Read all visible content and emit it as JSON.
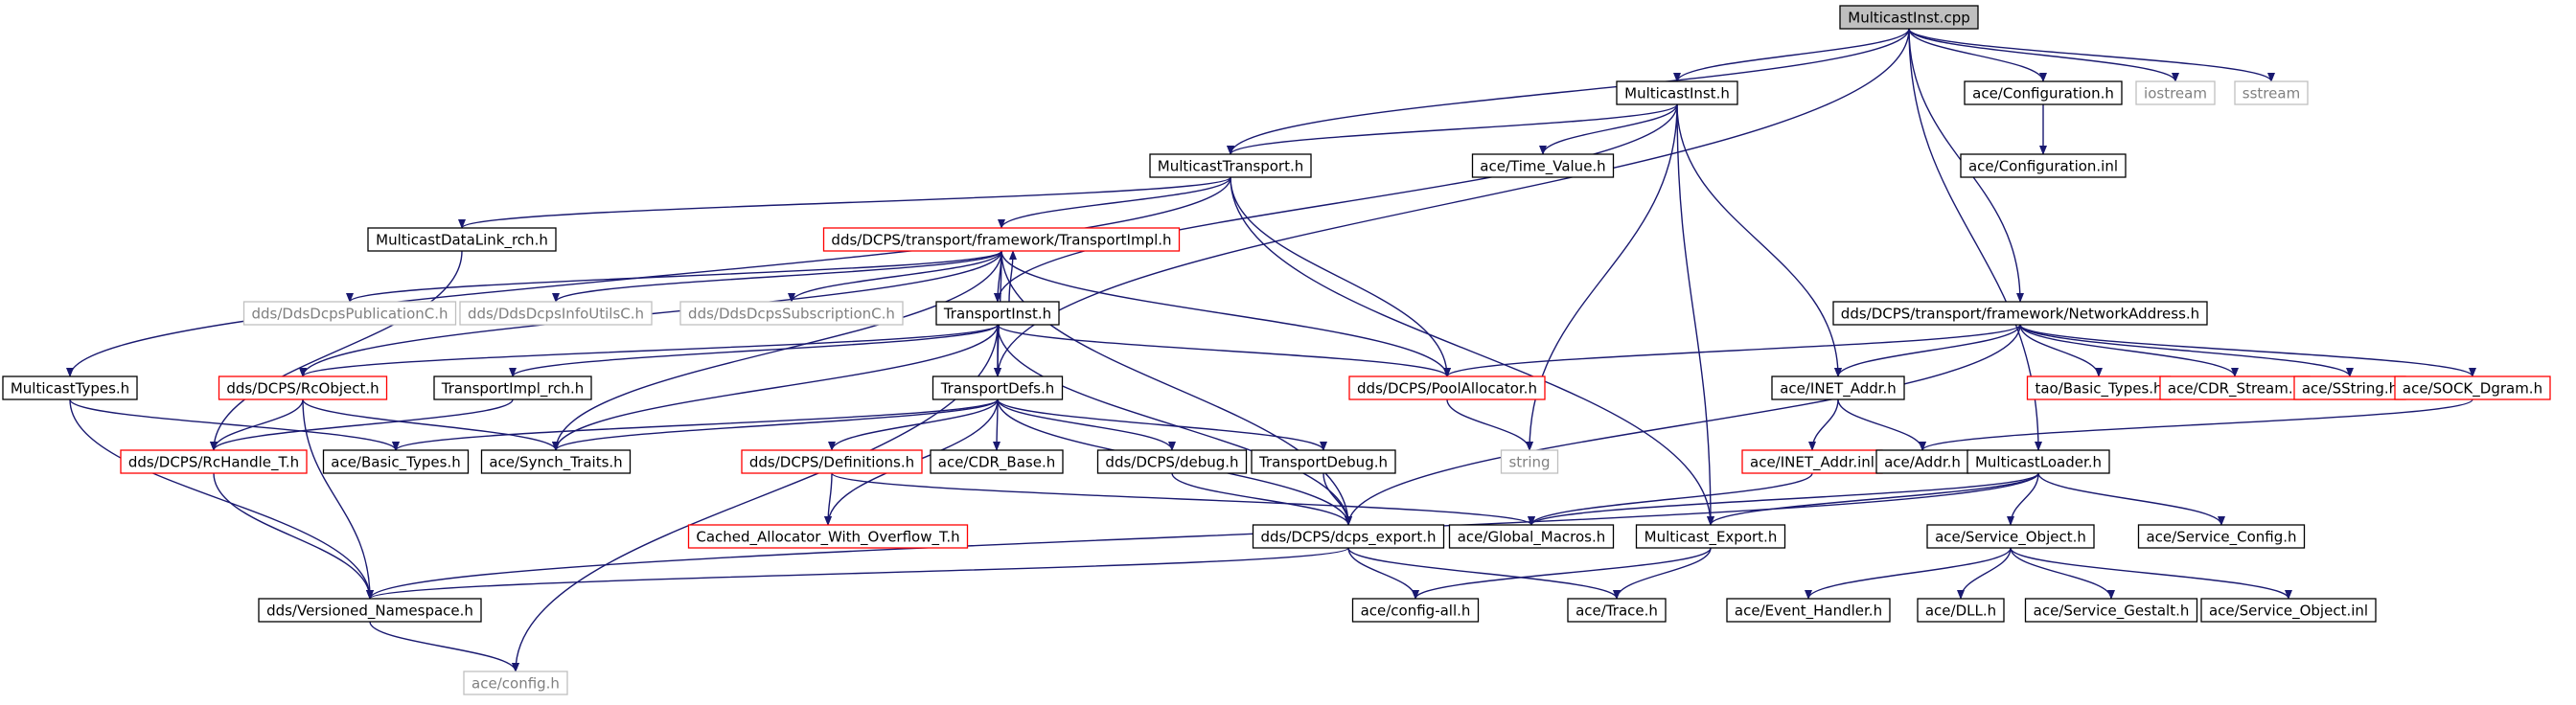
{
  "colors": {
    "edge": "#191970",
    "node_fill": "#ffffff",
    "root_fill": "#bfbfbf",
    "border_normal": "#000000",
    "border_truncated": "#ff0000",
    "border_external": "#bfbfbf",
    "text_normal": "#000000",
    "text_external": "#808080"
  },
  "nodes": [
    {
      "id": "root",
      "label": "MulticastInst.cpp",
      "style": "root"
    },
    {
      "id": "minst",
      "label": "MulticastInst.h",
      "style": "normal"
    },
    {
      "id": "acecfg",
      "label": "ace/Configuration.h",
      "style": "normal"
    },
    {
      "id": "iostream",
      "label": "iostream",
      "style": "external"
    },
    {
      "id": "sstream",
      "label": "sstream",
      "style": "external"
    },
    {
      "id": "mtrans",
      "label": "MulticastTransport.h",
      "style": "normal"
    },
    {
      "id": "timeval",
      "label": "ace/Time_Value.h",
      "style": "normal"
    },
    {
      "id": "cfginl",
      "label": "ace/Configuration.inl",
      "style": "normal"
    },
    {
      "id": "mdlrch",
      "label": "MulticastDataLink_rch.h",
      "style": "normal"
    },
    {
      "id": "timpl",
      "label": "dds/DCPS/transport/framework/TransportImpl.h",
      "style": "truncated"
    },
    {
      "id": "netaddr",
      "label": "dds/DCPS/transport/framework/NetworkAddress.h",
      "style": "normal"
    },
    {
      "id": "pubc",
      "label": "dds/DdsDcpsPublicationC.h",
      "style": "external"
    },
    {
      "id": "infoutils",
      "label": "dds/DdsDcpsInfoUtilsC.h",
      "style": "external"
    },
    {
      "id": "subc",
      "label": "dds/DdsDcpsSubscriptionC.h",
      "style": "external"
    },
    {
      "id": "tinst",
      "label": "TransportInst.h",
      "style": "normal"
    },
    {
      "id": "mtypes",
      "label": "MulticastTypes.h",
      "style": "normal"
    },
    {
      "id": "rcobj",
      "label": "dds/DCPS/RcObject.h",
      "style": "truncated"
    },
    {
      "id": "timplrch",
      "label": "TransportImpl_rch.h",
      "style": "normal"
    },
    {
      "id": "tdefs",
      "label": "TransportDefs.h",
      "style": "normal"
    },
    {
      "id": "poolalloc",
      "label": "dds/DCPS/PoolAllocator.h",
      "style": "truncated"
    },
    {
      "id": "inetaddr",
      "label": "ace/INET_Addr.h",
      "style": "normal"
    },
    {
      "id": "taobasic",
      "label": "tao/Basic_Types.h",
      "style": "truncated"
    },
    {
      "id": "cdrstream",
      "label": "ace/CDR_Stream.h",
      "style": "truncated"
    },
    {
      "id": "sstring",
      "label": "ace/SString.h",
      "style": "truncated"
    },
    {
      "id": "sockdgram",
      "label": "ace/SOCK_Dgram.h",
      "style": "truncated"
    },
    {
      "id": "rchandle",
      "label": "dds/DCPS/RcHandle_T.h",
      "style": "truncated"
    },
    {
      "id": "acebasic",
      "label": "ace/Basic_Types.h",
      "style": "normal"
    },
    {
      "id": "synch",
      "label": "ace/Synch_Traits.h",
      "style": "normal"
    },
    {
      "id": "defs",
      "label": "dds/DCPS/Definitions.h",
      "style": "truncated"
    },
    {
      "id": "cdrbase",
      "label": "ace/CDR_Base.h",
      "style": "normal"
    },
    {
      "id": "debug",
      "label": "dds/DCPS/debug.h",
      "style": "normal"
    },
    {
      "id": "tdebug",
      "label": "TransportDebug.h",
      "style": "normal"
    },
    {
      "id": "string",
      "label": "string",
      "style": "external"
    },
    {
      "id": "inetinl",
      "label": "ace/INET_Addr.inl",
      "style": "truncated"
    },
    {
      "id": "addr",
      "label": "ace/Addr.h",
      "style": "normal"
    },
    {
      "id": "mloader",
      "label": "MulticastLoader.h",
      "style": "normal"
    },
    {
      "id": "cachedalloc",
      "label": "Cached_Allocator_With_Overflow_T.h",
      "style": "truncated"
    },
    {
      "id": "dcpsexport",
      "label": "dds/DCPS/dcps_export.h",
      "style": "normal"
    },
    {
      "id": "globalmacros",
      "label": "ace/Global_Macros.h",
      "style": "normal"
    },
    {
      "id": "mexport",
      "label": "Multicast_Export.h",
      "style": "normal"
    },
    {
      "id": "svcobj",
      "label": "ace/Service_Object.h",
      "style": "normal"
    },
    {
      "id": "svccfg",
      "label": "ace/Service_Config.h",
      "style": "normal"
    },
    {
      "id": "versioned",
      "label": "dds/Versioned_Namespace.h",
      "style": "normal"
    },
    {
      "id": "cfgall",
      "label": "ace/config-all.h",
      "style": "normal"
    },
    {
      "id": "trace",
      "label": "ace/Trace.h",
      "style": "normal"
    },
    {
      "id": "evhandler",
      "label": "ace/Event_Handler.h",
      "style": "normal"
    },
    {
      "id": "dll",
      "label": "ace/DLL.h",
      "style": "normal"
    },
    {
      "id": "gestalt",
      "label": "ace/Service_Gestalt.h",
      "style": "normal"
    },
    {
      "id": "svcobjinl",
      "label": "ace/Service_Object.inl",
      "style": "normal"
    },
    {
      "id": "config",
      "label": "ace/config.h",
      "style": "external"
    }
  ],
  "edges": [
    [
      "root",
      "minst"
    ],
    [
      "root",
      "mtrans"
    ],
    [
      "root",
      "acecfg"
    ],
    [
      "root",
      "iostream"
    ],
    [
      "root",
      "sstream"
    ],
    [
      "root",
      "netaddr"
    ],
    [
      "root",
      "mloader"
    ],
    [
      "root",
      "tdefs"
    ],
    [
      "minst",
      "mtrans"
    ],
    [
      "minst",
      "timeval"
    ],
    [
      "minst",
      "tinst"
    ],
    [
      "minst",
      "inetaddr"
    ],
    [
      "minst",
      "string"
    ],
    [
      "minst",
      "mexport"
    ],
    [
      "acecfg",
      "cfginl"
    ],
    [
      "mtrans",
      "mdlrch"
    ],
    [
      "mtrans",
      "timpl"
    ],
    [
      "mtrans",
      "mtypes"
    ],
    [
      "mtrans",
      "poolalloc"
    ],
    [
      "mtrans",
      "mexport"
    ],
    [
      "mdlrch",
      "rchandle"
    ],
    [
      "timpl",
      "pubc"
    ],
    [
      "timpl",
      "infoutils"
    ],
    [
      "timpl",
      "subc"
    ],
    [
      "timpl",
      "rcobj"
    ],
    [
      "timpl",
      "tinst"
    ],
    [
      "timpl",
      "tdefs"
    ],
    [
      "timpl",
      "poolalloc"
    ],
    [
      "timpl",
      "synch"
    ],
    [
      "timpl",
      "dcpsexport"
    ],
    [
      "tinst",
      "timpl"
    ],
    [
      "tinst",
      "tdefs"
    ],
    [
      "tinst",
      "rcobj"
    ],
    [
      "tinst",
      "timplrch"
    ],
    [
      "tinst",
      "synch"
    ],
    [
      "tinst",
      "poolalloc"
    ],
    [
      "tinst",
      "dcpsexport"
    ],
    [
      "tinst",
      "config"
    ],
    [
      "netaddr",
      "poolalloc"
    ],
    [
      "netaddr",
      "inetaddr"
    ],
    [
      "netaddr",
      "taobasic"
    ],
    [
      "netaddr",
      "cdrstream"
    ],
    [
      "netaddr",
      "sstring"
    ],
    [
      "netaddr",
      "sockdgram"
    ],
    [
      "netaddr",
      "dcpsexport"
    ],
    [
      "mtypes",
      "acebasic"
    ],
    [
      "mtypes",
      "versioned"
    ],
    [
      "rcobj",
      "rchandle"
    ],
    [
      "rcobj",
      "synch"
    ],
    [
      "rcobj",
      "versioned"
    ],
    [
      "timplrch",
      "rchandle"
    ],
    [
      "tdefs",
      "acebasic"
    ],
    [
      "tdefs",
      "synch"
    ],
    [
      "tdefs",
      "defs"
    ],
    [
      "tdefs",
      "cdrbase"
    ],
    [
      "tdefs",
      "debug"
    ],
    [
      "tdefs",
      "tdebug"
    ],
    [
      "tdefs",
      "cachedalloc"
    ],
    [
      "tdefs",
      "dcpsexport"
    ],
    [
      "poolalloc",
      "string"
    ],
    [
      "inetaddr",
      "inetinl"
    ],
    [
      "inetaddr",
      "addr"
    ],
    [
      "sockdgram",
      "addr"
    ],
    [
      "rchandle",
      "versioned"
    ],
    [
      "defs",
      "cachedalloc"
    ],
    [
      "defs",
      "globalmacros"
    ],
    [
      "debug",
      "dcpsexport"
    ],
    [
      "tdebug",
      "dcpsexport"
    ],
    [
      "inetinl",
      "globalmacros"
    ],
    [
      "mloader",
      "globalmacros"
    ],
    [
      "mloader",
      "mexport"
    ],
    [
      "mloader",
      "svcobj"
    ],
    [
      "mloader",
      "svccfg"
    ],
    [
      "mloader",
      "versioned"
    ],
    [
      "dcpsexport",
      "versioned"
    ],
    [
      "dcpsexport",
      "cfgall"
    ],
    [
      "dcpsexport",
      "trace"
    ],
    [
      "mexport",
      "cfgall"
    ],
    [
      "mexport",
      "trace"
    ],
    [
      "svcobj",
      "evhandler"
    ],
    [
      "svcobj",
      "dll"
    ],
    [
      "svcobj",
      "gestalt"
    ],
    [
      "svcobj",
      "svcobjinl"
    ],
    [
      "versioned",
      "config"
    ]
  ]
}
